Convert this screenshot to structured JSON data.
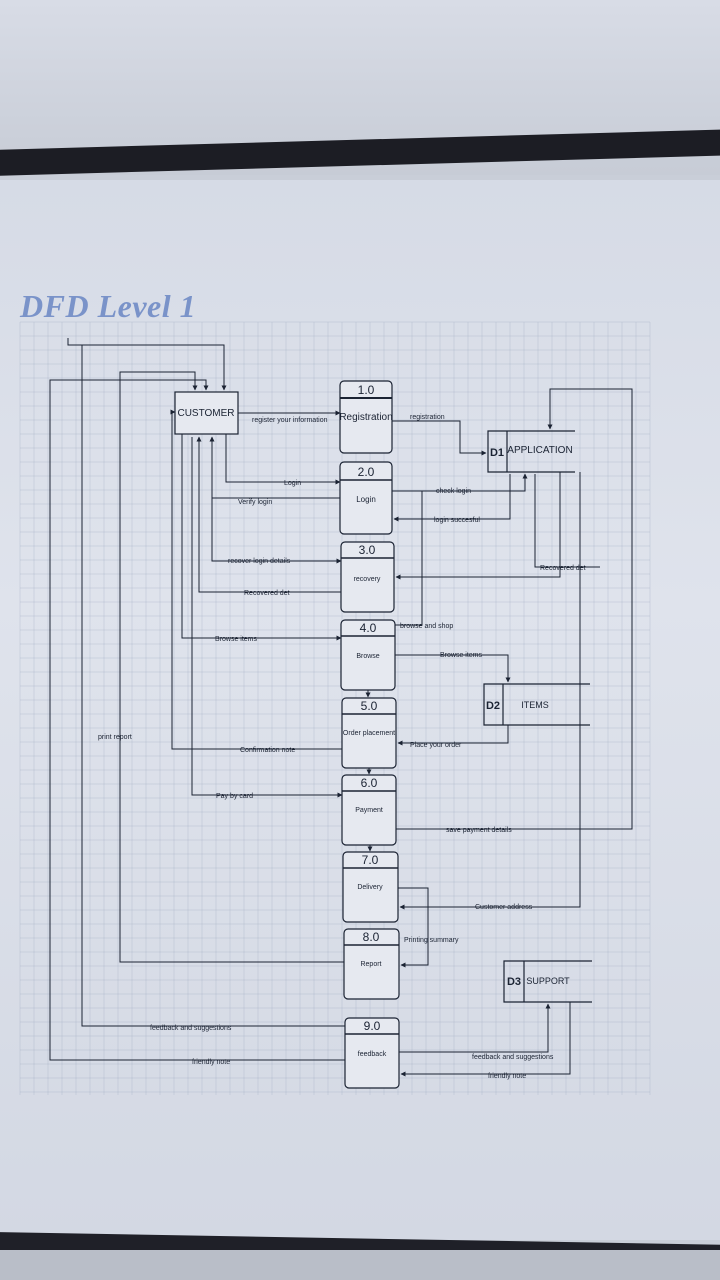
{
  "title": "DFD Level 1",
  "entity": "CUSTOMER",
  "processes": [
    {
      "id": "p1",
      "num": "1.0",
      "name": "Registration"
    },
    {
      "id": "p2",
      "num": "2.0",
      "name": "Login"
    },
    {
      "id": "p3",
      "num": "3.0",
      "name": "recovery"
    },
    {
      "id": "p4",
      "num": "4.0",
      "name": "Browse"
    },
    {
      "id": "p5",
      "num": "5.0",
      "name": "Order placement"
    },
    {
      "id": "p6",
      "num": "6.0",
      "name": "Payment"
    },
    {
      "id": "p7",
      "num": "7.0",
      "name": "Delivery"
    },
    {
      "id": "p8",
      "num": "8.0",
      "name": "Report"
    },
    {
      "id": "p9",
      "num": "9.0",
      "name": "feedback"
    }
  ],
  "stores": [
    {
      "id": "d1",
      "code": "D1",
      "name": "APPLICATION"
    },
    {
      "id": "d2",
      "code": "D2",
      "name": "ITEMS"
    },
    {
      "id": "d3",
      "code": "D3",
      "name": "SUPPORT"
    }
  ],
  "flow_labels": {
    "register": "register your information",
    "registration": "registration",
    "login": "Login",
    "verify_login": "Verify login",
    "check_login": "check login",
    "login_successful": "login succesful",
    "recover_login_details": "recover login details",
    "recovered_det_left": "Recovered det",
    "recovered_det_right": "Recovered det",
    "browse_items": "Browse items",
    "browse_and_shop": "browse and shop",
    "browse_items_store": "Browse items",
    "place_your_order": "Place your order",
    "confirmation_note": "Confirmation note",
    "pay_by_card": "Pay by card",
    "save_payment_details": "save payment details",
    "customer_address": "Customer address",
    "printing_summary": "Printing summary",
    "print_report": "print report",
    "feedback_left": "feedback and suggestions",
    "friendly_left": "friendly note",
    "feedback_right": "feedback and suggestions",
    "friendly_right": "friendly note"
  }
}
